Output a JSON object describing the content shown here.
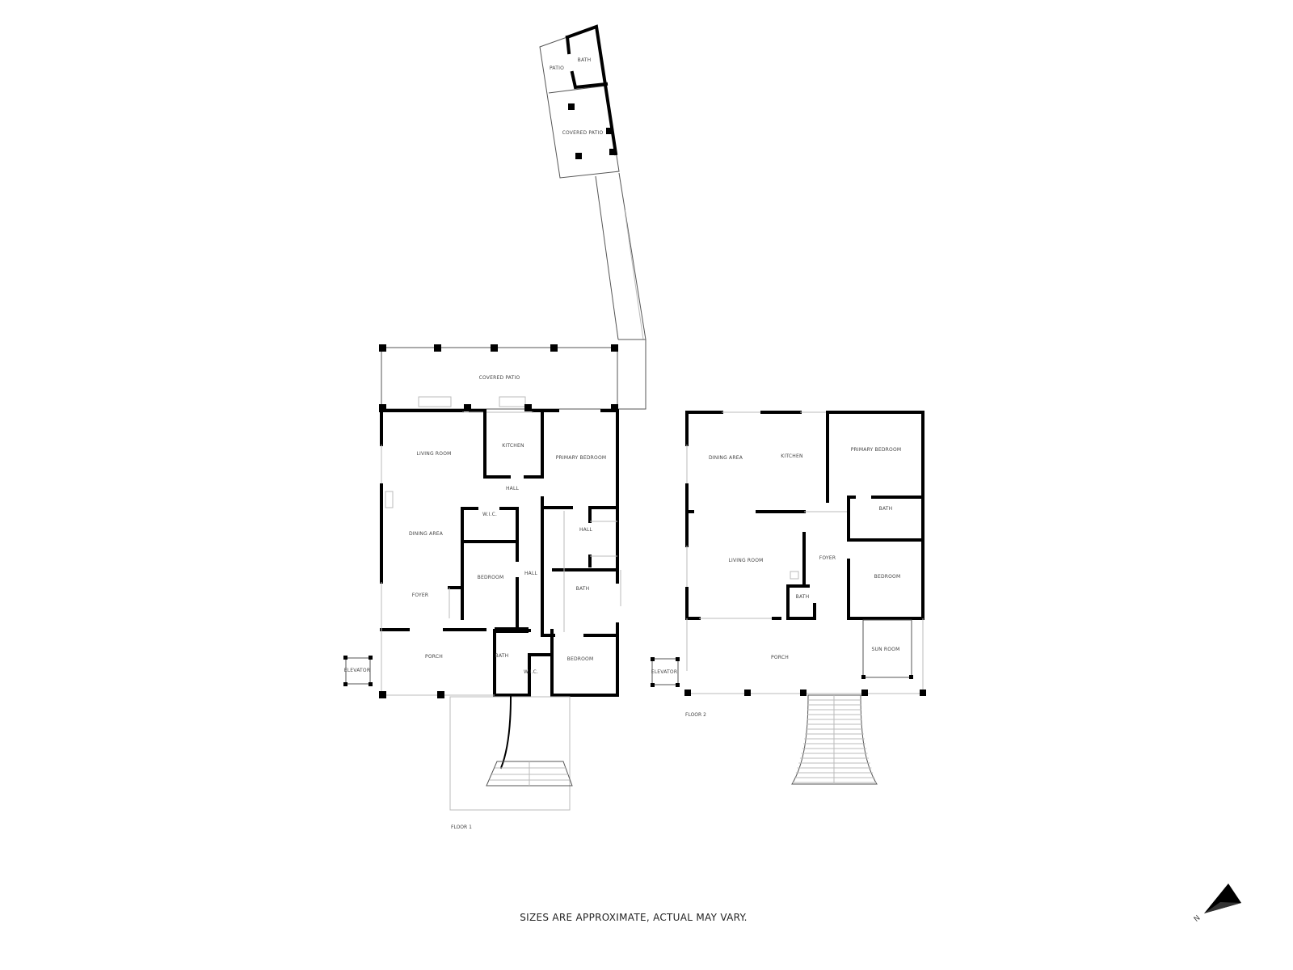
{
  "floor1": {
    "name": "FLOOR 1",
    "rooms": {
      "patio": "PATIO",
      "bath_top": "BATH",
      "covered_patio_top": "COVERED PATIO",
      "covered_patio": "COVERED PATIO",
      "living_room": "LIVING ROOM",
      "kitchen": "KITCHEN",
      "primary_bedroom": "PRIMARY BEDROOM",
      "hall_top": "HALL",
      "wic_top": "W.I.C.",
      "dining_area": "DINING AREA",
      "foyer": "FOYER",
      "bedroom_left": "BEDROOM",
      "hall_center": "HALL",
      "hall_right": "HALL",
      "bath_right": "BATH",
      "porch": "PORCH",
      "bath_bottom": "BATH",
      "wic_bottom": "W.I.C.",
      "bedroom_bottom": "BEDROOM",
      "elevator": "ELEVATOR"
    }
  },
  "floor2": {
    "name": "FLOOR 2",
    "rooms": {
      "dining_area": "DINING AREA",
      "kitchen": "KITCHEN",
      "primary_bedroom": "PRIMARY BEDROOM",
      "bath_right": "BATH",
      "living_room": "LIVING ROOM",
      "foyer": "FOYER",
      "bedroom": "BEDROOM",
      "bath_small": "BATH",
      "porch": "PORCH",
      "sun_room": "SUN ROOM",
      "elevator": "ELEVATOR"
    }
  },
  "footer": {
    "disclaimer": "SIZES ARE APPROXIMATE, ACTUAL MAY VARY."
  },
  "compass": {
    "icon": "north-arrow-icon",
    "label": "N"
  }
}
